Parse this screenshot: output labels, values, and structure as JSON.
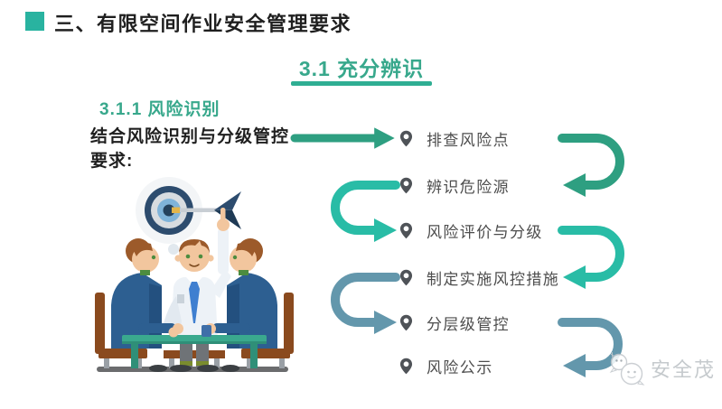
{
  "colors": {
    "header-square": "#29b3a0",
    "title-green": "#38a88c",
    "underline-green": "#2fae93",
    "text-dark": "#1f1f1f",
    "item-text": "#4d4d4d",
    "pin-gray": "#4f5358",
    "arrow-green": "#2e9f81",
    "arrow-teal": "#29bca6",
    "arrow-blue": "#6397ac",
    "watermark-gray": "#bcc1c5"
  },
  "header": {
    "title": "三、有限空间作业安全管理要求"
  },
  "section": {
    "title": "3.1  充分辨识"
  },
  "left": {
    "subsection_title": "3.1.1  风险识别",
    "intro_line1": "结合风险识别与分级管控",
    "intro_line2": "要求:"
  },
  "flow": {
    "items": [
      {
        "label": "排查风险点"
      },
      {
        "label": "辨识危险源"
      },
      {
        "label": "风险评价与分级"
      },
      {
        "label": "制定实施风控措施"
      },
      {
        "label": "分层级管控"
      },
      {
        "label": "风险公示"
      }
    ]
  },
  "watermark": {
    "text": "安全茂"
  }
}
